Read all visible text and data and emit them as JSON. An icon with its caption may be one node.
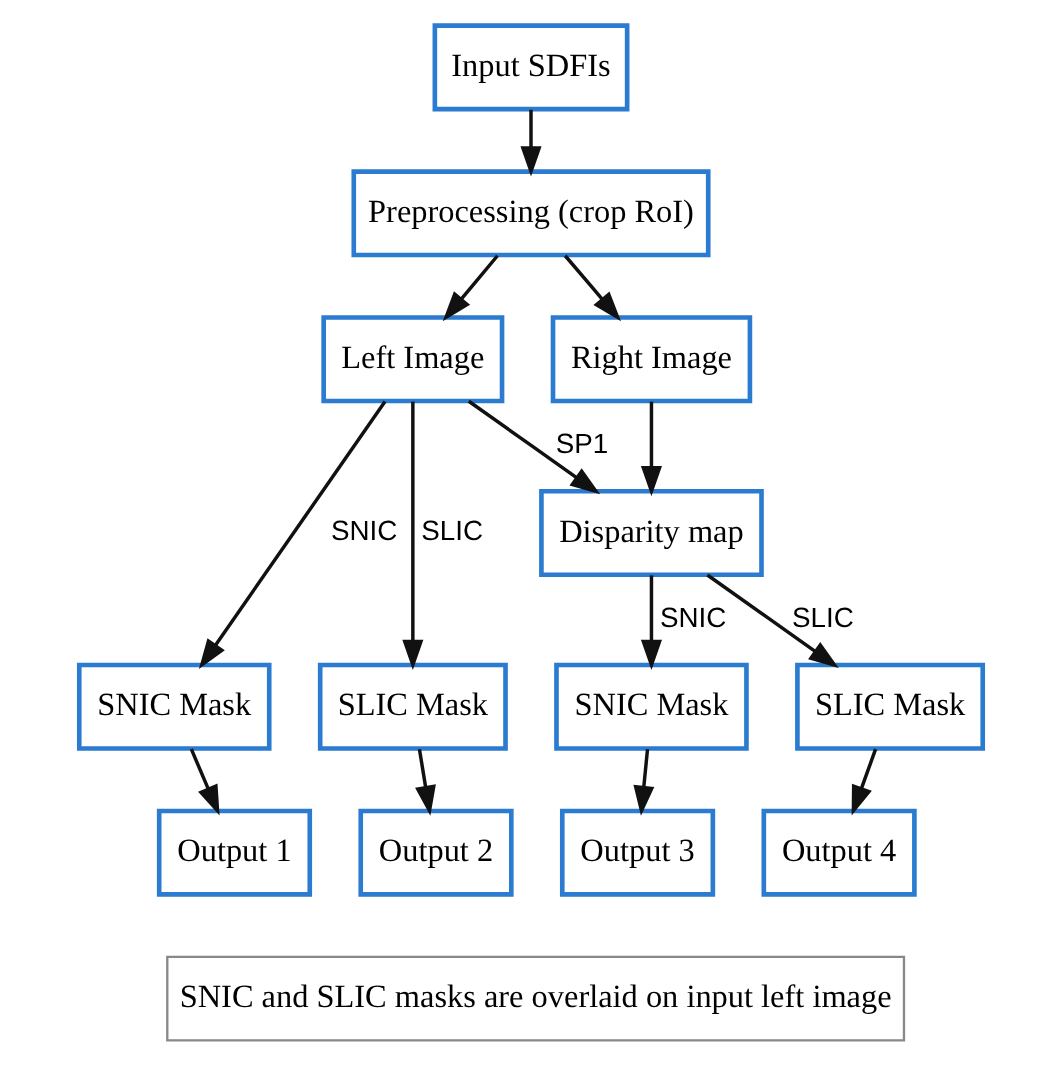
{
  "diagram": {
    "nodes": [
      {
        "text": [
          "Input SDFIs"
        ]
      },
      {
        "text": [
          "Preprocessing (crop RoI)"
        ]
      },
      {
        "text": [
          "Left Image"
        ]
      },
      {
        "text": [
          "Right Image"
        ]
      },
      {
        "text": [
          "Disparity map"
        ]
      },
      {
        "text": [
          "SNIC Mask"
        ]
      },
      {
        "text": [
          "SLIC Mask"
        ]
      },
      {
        "text": [
          "SNIC Mask"
        ]
      },
      {
        "text": [
          "SLIC Mask"
        ]
      },
      {
        "text": [
          "Output 1"
        ]
      },
      {
        "text": [
          "Output 2"
        ]
      },
      {
        "text": [
          "Output 3"
        ]
      },
      {
        "text": [
          "Output 4"
        ]
      },
      {
        "text": [
          "SNIC and SLIC masks are overlaid on input left image"
        ]
      }
    ],
    "edges": [
      {
        "from": 0,
        "to": 1,
        "arrow": "to"
      },
      {
        "from": 1,
        "to": 2,
        "arrow": "to"
      },
      {
        "from": 1,
        "to": 3,
        "arrow": "to"
      },
      {
        "from": 2,
        "to": 4,
        "arrow": "to",
        "label": "SP1"
      },
      {
        "from": 3,
        "to": 4,
        "arrow": "to"
      },
      {
        "from": 2,
        "to": 5,
        "arrow": "to",
        "label": "SNIC"
      },
      {
        "from": 2,
        "to": 6,
        "arrow": "to",
        "label": "SLIC"
      },
      {
        "from": 4,
        "to": 7,
        "arrow": "to",
        "label": "SNIC"
      },
      {
        "from": 4,
        "to": 8,
        "arrow": "to",
        "label": "SLIC"
      },
      {
        "from": 5,
        "to": 9,
        "arrow": "to"
      },
      {
        "from": 6,
        "to": 10,
        "arrow": "to"
      },
      {
        "from": 7,
        "to": 11,
        "arrow": "to"
      },
      {
        "from": 8,
        "to": 12,
        "arrow": "to"
      }
    ]
  }
}
